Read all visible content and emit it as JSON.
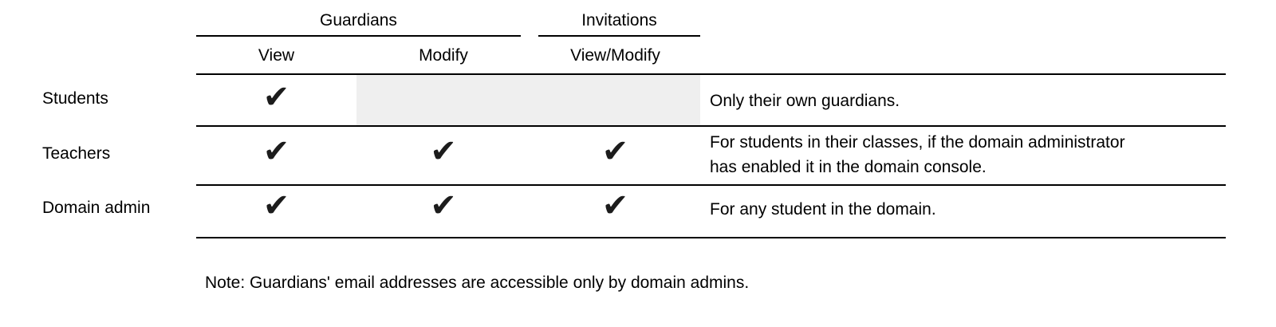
{
  "table": {
    "column_groups": [
      {
        "label": "Guardians",
        "columns": [
          "View",
          "Modify"
        ]
      },
      {
        "label": "Invitations",
        "columns": [
          "View/Modify"
        ]
      }
    ],
    "check_glyph": "✔",
    "rows": [
      {
        "label": "Students",
        "permissions": {
          "view": true,
          "modify": false,
          "view_modify": false
        },
        "modify_disabled": true,
        "note": "Only their own guardians."
      },
      {
        "label": "Teachers",
        "permissions": {
          "view": true,
          "modify": true,
          "view_modify": true
        },
        "modify_disabled": false,
        "note": "For students in their classes, if the domain administrator\nhas enabled it in the domain console."
      },
      {
        "label": "Domain admin",
        "permissions": {
          "view": true,
          "modify": true,
          "view_modify": true
        },
        "modify_disabled": false,
        "note": "For any student in the domain."
      }
    ]
  },
  "footnote": "Note: Guardians' email addresses are accessible only by domain admins.",
  "colors": {
    "disabled_cell": "#efefef",
    "rule_line": "#000000",
    "text": "#000000",
    "check": "#1c1c1c"
  }
}
